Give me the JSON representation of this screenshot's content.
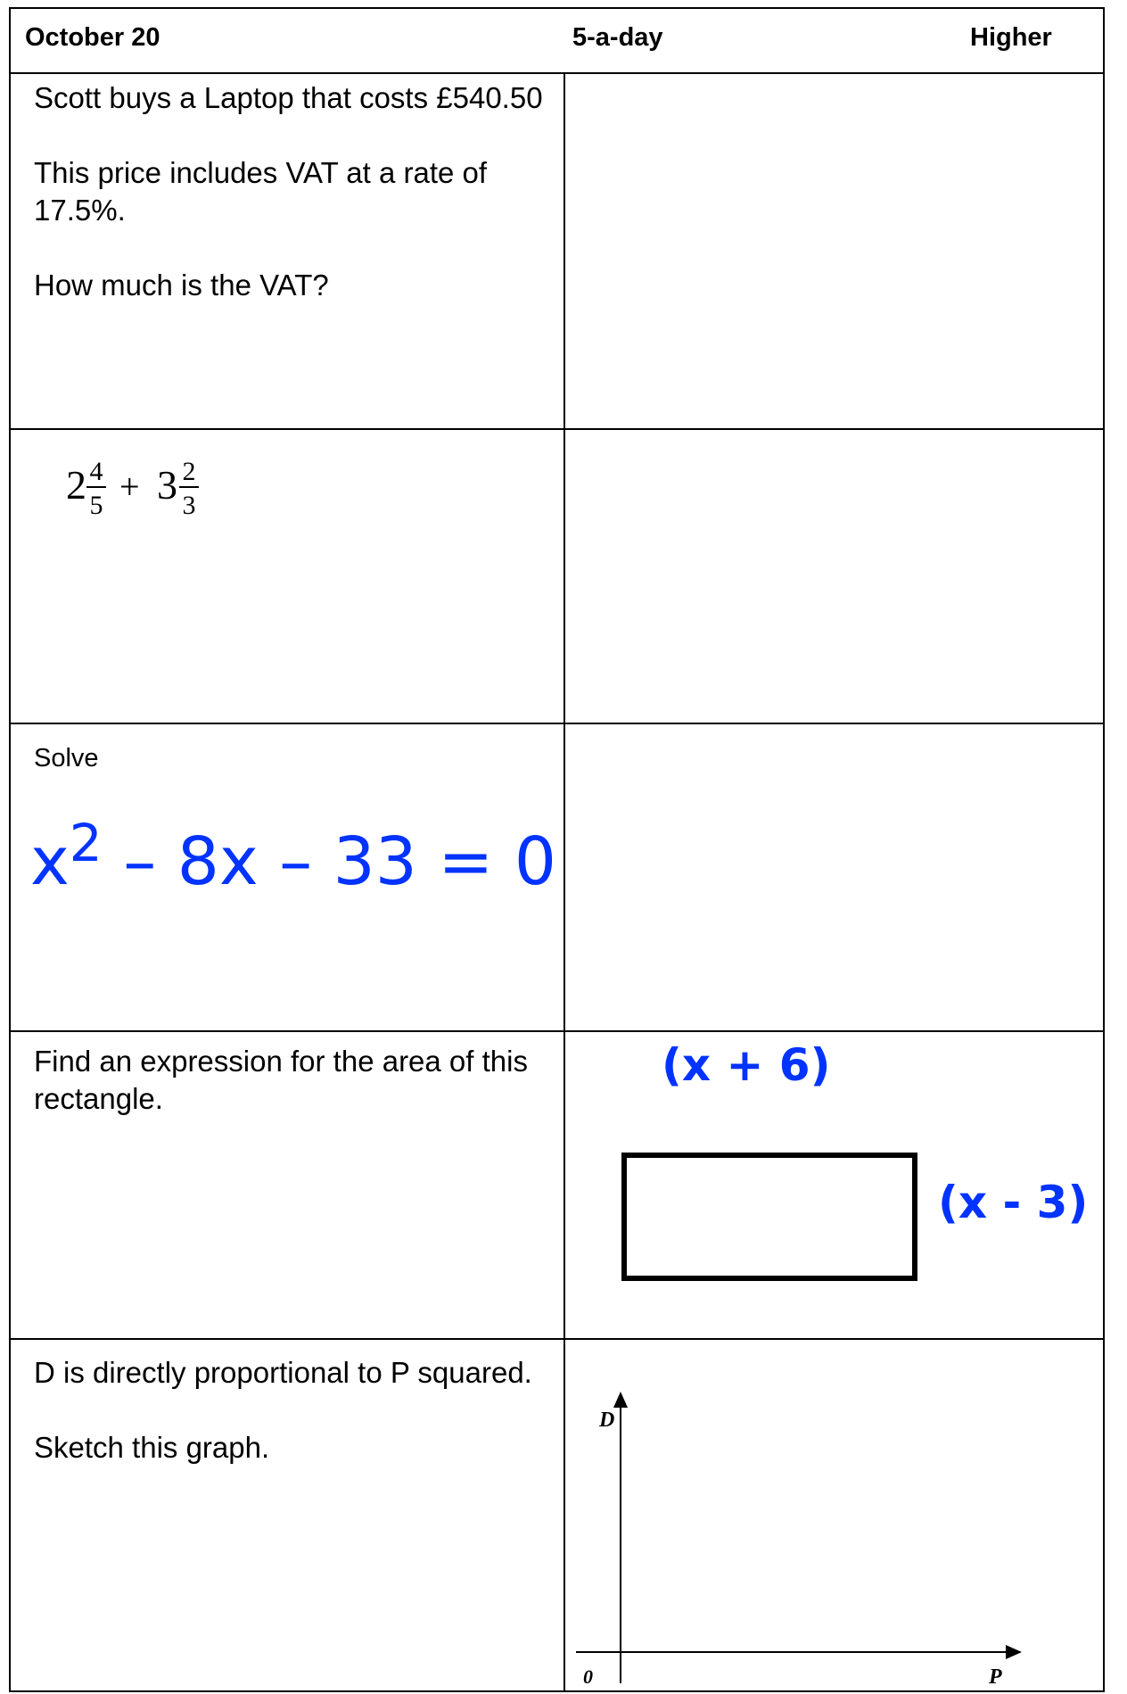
{
  "header": {
    "date": "October 20",
    "title": "5-a-day",
    "level": "Higher"
  },
  "q1": {
    "line1": "Scott buys a Laptop that costs £540.50",
    "line2": "This price includes VAT at a rate of 17.5%.",
    "line3": "How much is the VAT?"
  },
  "q2": {
    "whole1": "2",
    "num1": "4",
    "den1": "5",
    "op": "+",
    "whole2": "3",
    "num2": "2",
    "den2": "3"
  },
  "q3": {
    "instruction": "Solve",
    "eq_x": "x",
    "eq_exp": "2",
    "eq_rest": "– 8x – 33 = 0"
  },
  "q4": {
    "text": "Find an expression for the area of this rectangle.",
    "width_label": "(x + 6)",
    "height_label": "(x - 3)"
  },
  "q5": {
    "line1": "D is directly proportional to P squared.",
    "line2": "Sketch this graph.",
    "axis_y": "D",
    "axis_x": "P",
    "origin": "0"
  },
  "colors": {
    "accent_blue": "#0033ff",
    "ink": "#000000"
  }
}
